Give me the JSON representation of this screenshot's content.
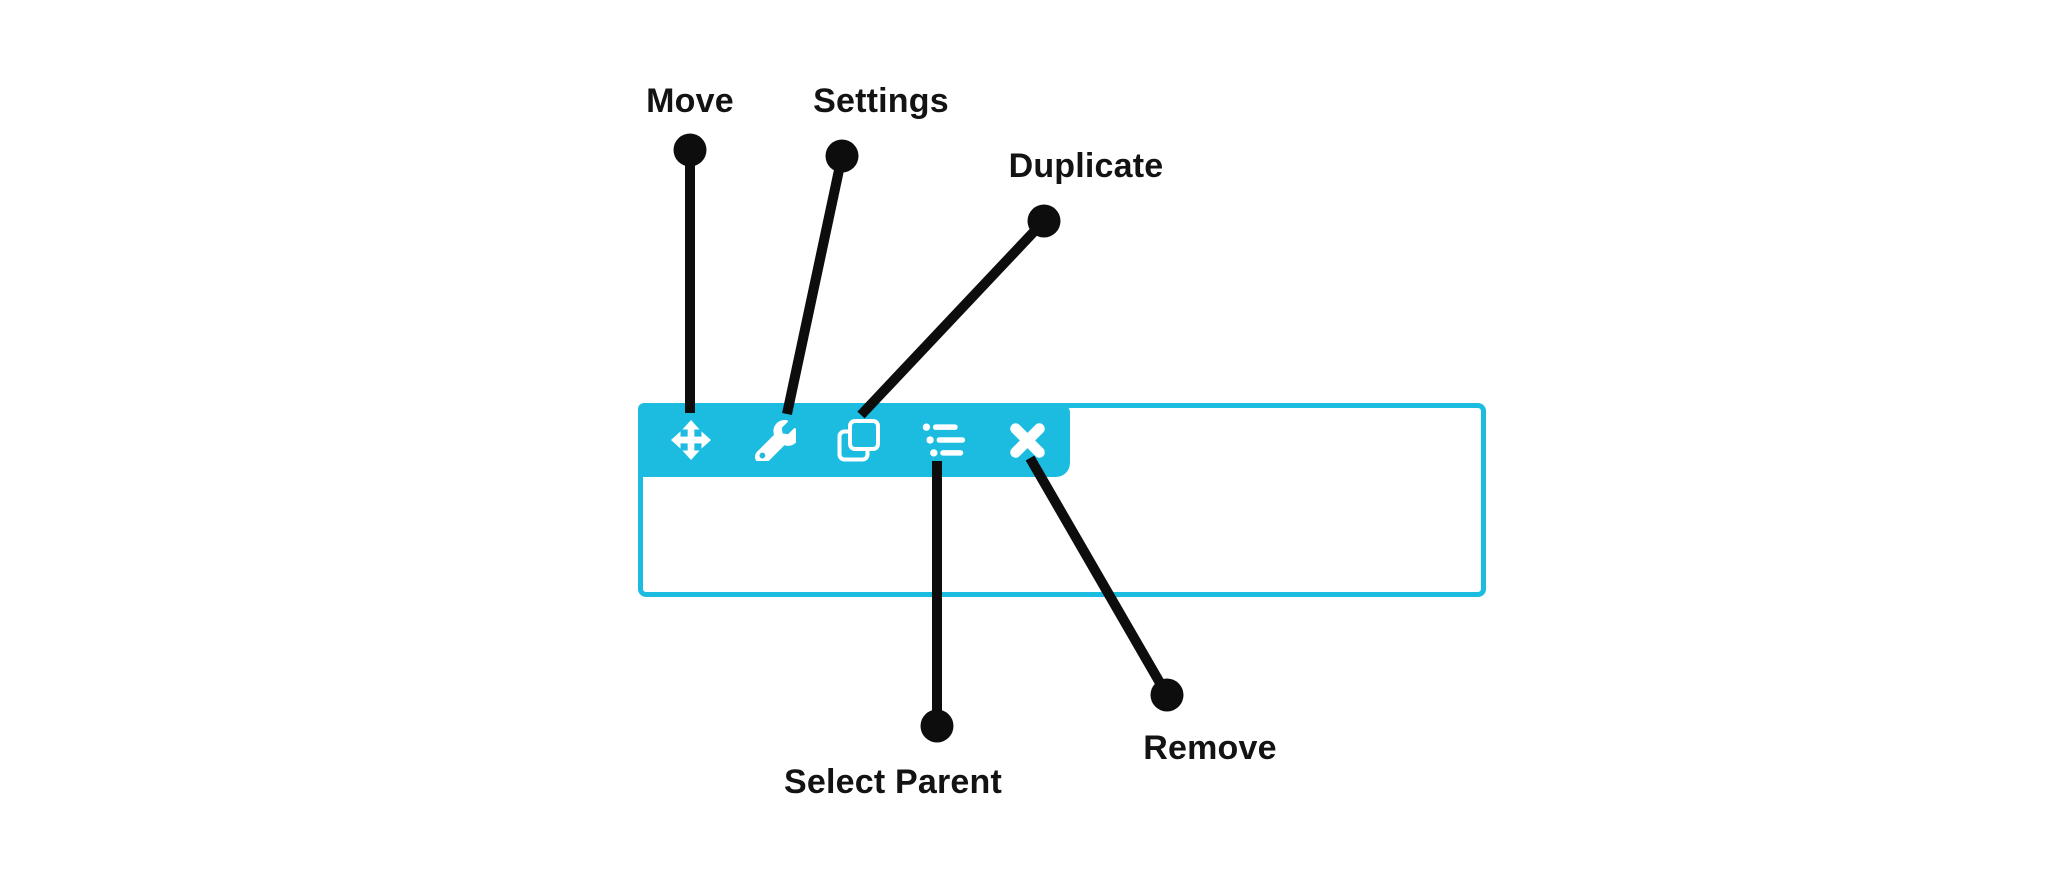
{
  "figure": {
    "kind": "toolbar-callout-diagram",
    "colors": {
      "accent_cyan": "#1CBCE0",
      "icon_white": "#FFFFFF",
      "annotation_black": "#0D0D0D",
      "label_text": "#131313",
      "background": "#FFFFFF"
    }
  },
  "toolbar": {
    "buttons": [
      {
        "id": "move",
        "icon": "move-icon",
        "label": "Move"
      },
      {
        "id": "settings",
        "icon": "wrench-icon",
        "label": "Settings"
      },
      {
        "id": "duplicate",
        "icon": "duplicate-icon",
        "label": "Duplicate"
      },
      {
        "id": "select-parent",
        "icon": "list-icon",
        "label": "Select Parent"
      },
      {
        "id": "remove",
        "icon": "close-icon",
        "label": "Remove"
      }
    ]
  },
  "callouts": {
    "move": {
      "label": "Move"
    },
    "settings": {
      "label": "Settings"
    },
    "duplicate": {
      "label": "Duplicate"
    },
    "select_parent": {
      "label": "Select Parent"
    },
    "remove": {
      "label": "Remove"
    }
  }
}
